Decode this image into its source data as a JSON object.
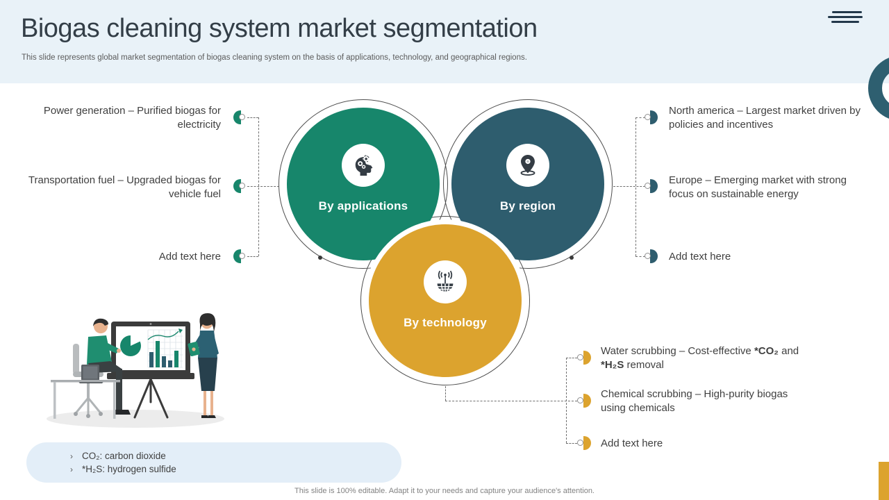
{
  "slide": {
    "title": "Biogas cleaning system market segmentation",
    "subtitle": "This slide represents global market segmentation of biogas cleaning system on the basis of applications, technology, and geographical regions.",
    "footer_note": "This slide is 100% editable. Adapt it to your needs and capture your audience's attention."
  },
  "icons": {
    "menu": "hamburger-menu-icon",
    "applications": "innovation-head-icon",
    "region": "location-pin-icon",
    "technology": "antenna-globe-icon"
  },
  "colors": {
    "applications_green": "#17866B",
    "region_teal": "#2E5D6E",
    "technology_gold": "#DCA32E",
    "header_bg": "#E9F2F8",
    "footnote_bg": "#E3EEF8",
    "accent_ring": "#2E5F70",
    "body_text": "#3F3F3F"
  },
  "diagram": {
    "applications": {
      "label": "By applications",
      "items": [
        "Power generation – Purified biogas for electricity",
        "Transportation fuel – Upgraded biogas for vehicle fuel",
        "Add text here"
      ]
    },
    "region": {
      "label": "By region",
      "items": [
        "North america – Largest market driven by policies and incentives",
        "Europe – Emerging market with strong focus on sustainable energy",
        "Add text here"
      ]
    },
    "technology": {
      "label": "By technology",
      "items": [
        [
          {
            "t": "Water scrubbing – Cost-effective "
          },
          {
            "t": "*CO₂",
            "b": true
          },
          {
            "t": " and "
          },
          {
            "t": "*H₂S",
            "b": true
          },
          {
            "t": " removal"
          }
        ],
        "Chemical scrubbing – High-purity biogas using chemicals",
        "Add text here"
      ]
    }
  },
  "footnotes": [
    "CO₂: carbon dioxide",
    "*H₂S: hydrogen sulfide"
  ]
}
